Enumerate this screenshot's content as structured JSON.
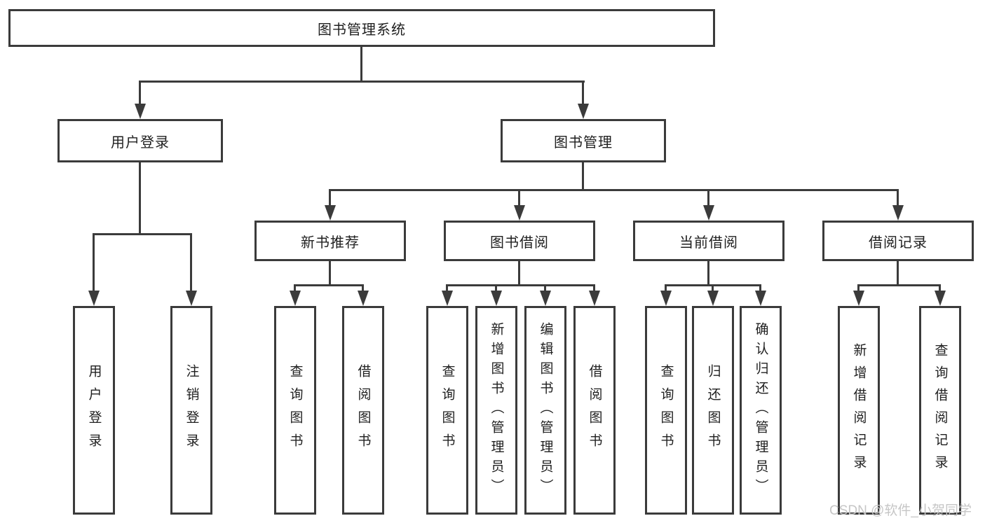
{
  "colors": {
    "line": "#3b3b3b",
    "text": "#1f1f1f",
    "background": "#ffffff",
    "watermark": "#c6c6c6"
  },
  "watermark": {
    "text": "CSDN @软件_小贺同学"
  },
  "tree": {
    "root": {
      "label": "图书管理系统"
    },
    "children": [
      {
        "label": "用户登录",
        "children": [
          {
            "label": "用户登录"
          },
          {
            "label": "注销登录"
          }
        ]
      },
      {
        "label": "图书管理",
        "children": [
          {
            "label": "新书推荐",
            "children": [
              {
                "label": "查询图书"
              },
              {
                "label": "借阅图书"
              }
            ]
          },
          {
            "label": "图书借阅",
            "children": [
              {
                "label": "查询图书"
              },
              {
                "label": "新增图书（管理员）"
              },
              {
                "label": "编辑图书（管理员）"
              },
              {
                "label": "借阅图书"
              }
            ]
          },
          {
            "label": "当前借阅",
            "children": [
              {
                "label": "查询图书"
              },
              {
                "label": "归还图书"
              },
              {
                "label": "确认归还（管理员）"
              }
            ]
          },
          {
            "label": "借阅记录",
            "children": [
              {
                "label": "新增借阅记录"
              },
              {
                "label": "查询借阅记录"
              }
            ]
          }
        ]
      }
    ]
  }
}
